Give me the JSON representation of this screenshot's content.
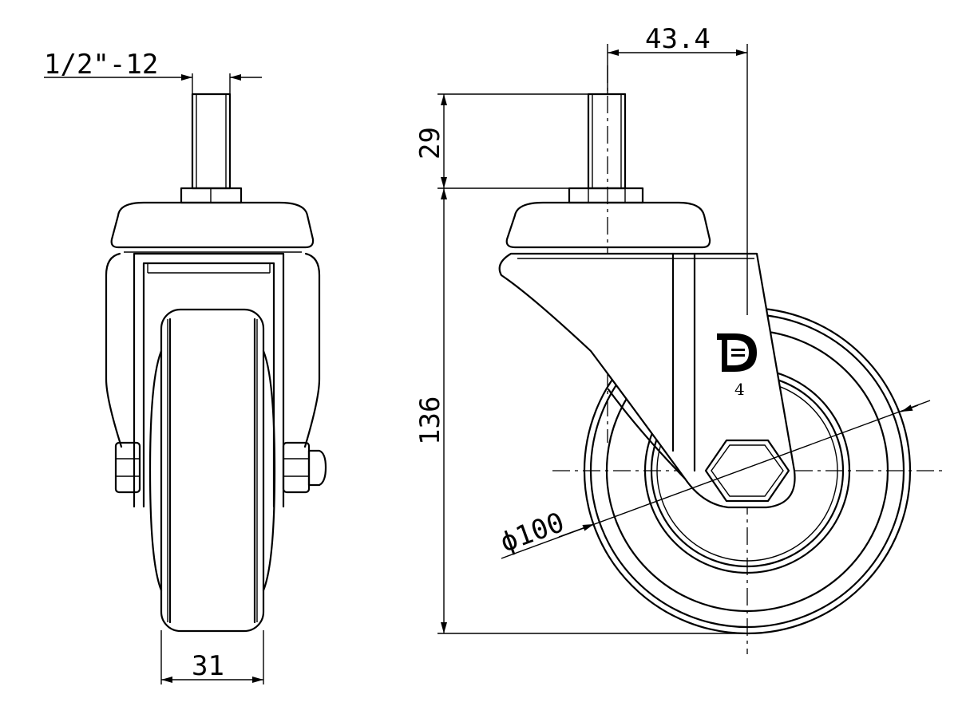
{
  "drawing": {
    "front_view": {
      "thread_label": "1/2\"-12",
      "width_label": "31"
    },
    "side_view": {
      "offset_label": "43.4",
      "stem_height_label": "29",
      "total_height_label": "136",
      "diameter_label": "ϕ100",
      "logo_mark": "D",
      "logo_sub_label": "4"
    }
  }
}
